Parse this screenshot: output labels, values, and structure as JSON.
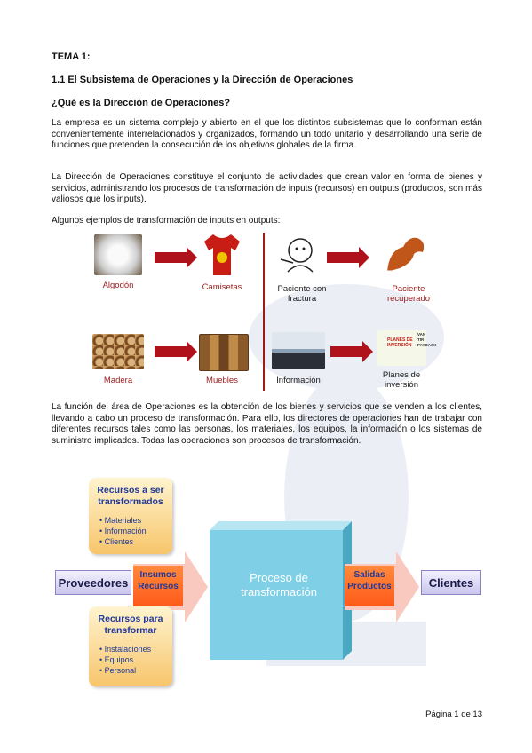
{
  "heading1": "TEMA 1:",
  "heading2": "1.1 El Subsistema de Operaciones y la Dirección de Operaciones",
  "heading3": "¿Qué es la Dirección de Operaciones?",
  "para1": "La empresa es un sistema complejo y abierto en el que los distintos subsistemas que lo conforman están convenientemente interrelacionados y organizados, formando un todo unitario y desarrollando una serie de funciones que pretenden la consecución de los objetivos globales de la firma.",
  "para2": "La Dirección de Operaciones constituye el conjunto de actividades que crean valor en forma de bienes y servicios, administrando los procesos de transformación de inputs (recursos) en outputs (productos, son más valiosos que los inputs).",
  "para3": "Algunos ejemplos de transformación de inputs en outputs:",
  "examples": {
    "algodon": "Algodón",
    "camisetas": "Camisetas",
    "paciente_fractura": "Paciente con fractura",
    "paciente_recuperado": "Paciente recuperado",
    "madera": "Madera",
    "muebles": "Muebles",
    "informacion": "Información",
    "planes_inversion": "Planes de inversión",
    "planes_img_text": "PLANES DE INVERSIÓN",
    "planes_img_side": "VAN TIR PAYBACK"
  },
  "para4": "La función del área de Operaciones es la obtención de los bienes y servicios que se venden a los clientes, llevando a cabo un proceso de transformación. Para ello, los directores de operaciones han de trabajar con diferentes recursos tales como las personas, los materiales, los equipos, la información o los sistemas de suministro implicados. Todas las operaciones son procesos de transformación.",
  "diagram": {
    "recursos_transformados_title": "Recursos a ser transformados",
    "recursos_transformados_items": [
      "• Materiales",
      "• Información",
      "• Clientes"
    ],
    "recursos_transformar_title": "Recursos para transformar",
    "recursos_transformar_items": [
      "• Instalaciones",
      "• Equipos",
      "• Personal"
    ],
    "proveedores": "Proveedores",
    "insumos": "Insumos Recursos",
    "proceso": "Proceso de transformación",
    "salidas": "Salidas Productos",
    "clientes": "Clientes"
  },
  "footer": "Página 1 de 13",
  "colors": {
    "accent_red": "#b0121b",
    "diagram_blue": "#1f3a9a",
    "process_cyan": "#7fd0e6"
  }
}
